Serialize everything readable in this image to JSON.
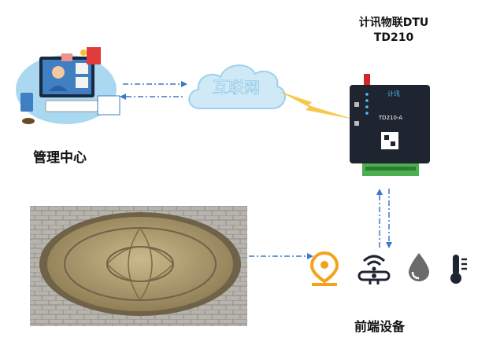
{
  "dtu": {
    "title_line1": "计讯物联DTU",
    "title_line2": "TD210",
    "model": "TD210-A",
    "brand": "计讯"
  },
  "cloud": {
    "label": "互联网"
  },
  "management": {
    "label": "管理中心"
  },
  "front_end": {
    "label": "前端设备"
  },
  "icons": [
    "location-pin-icon",
    "wireless-sensor-icon",
    "water-drop-icon",
    "thermometer-icon"
  ],
  "colors": {
    "cloud_fill": "#cfe9f7",
    "cloud_stroke": "#9fd0ec",
    "arrow": "#3b78c9",
    "pin": "#f5a21b",
    "device": "#1e2430",
    "terminal": "#4caf50",
    "lightning": "#f6c23a"
  }
}
